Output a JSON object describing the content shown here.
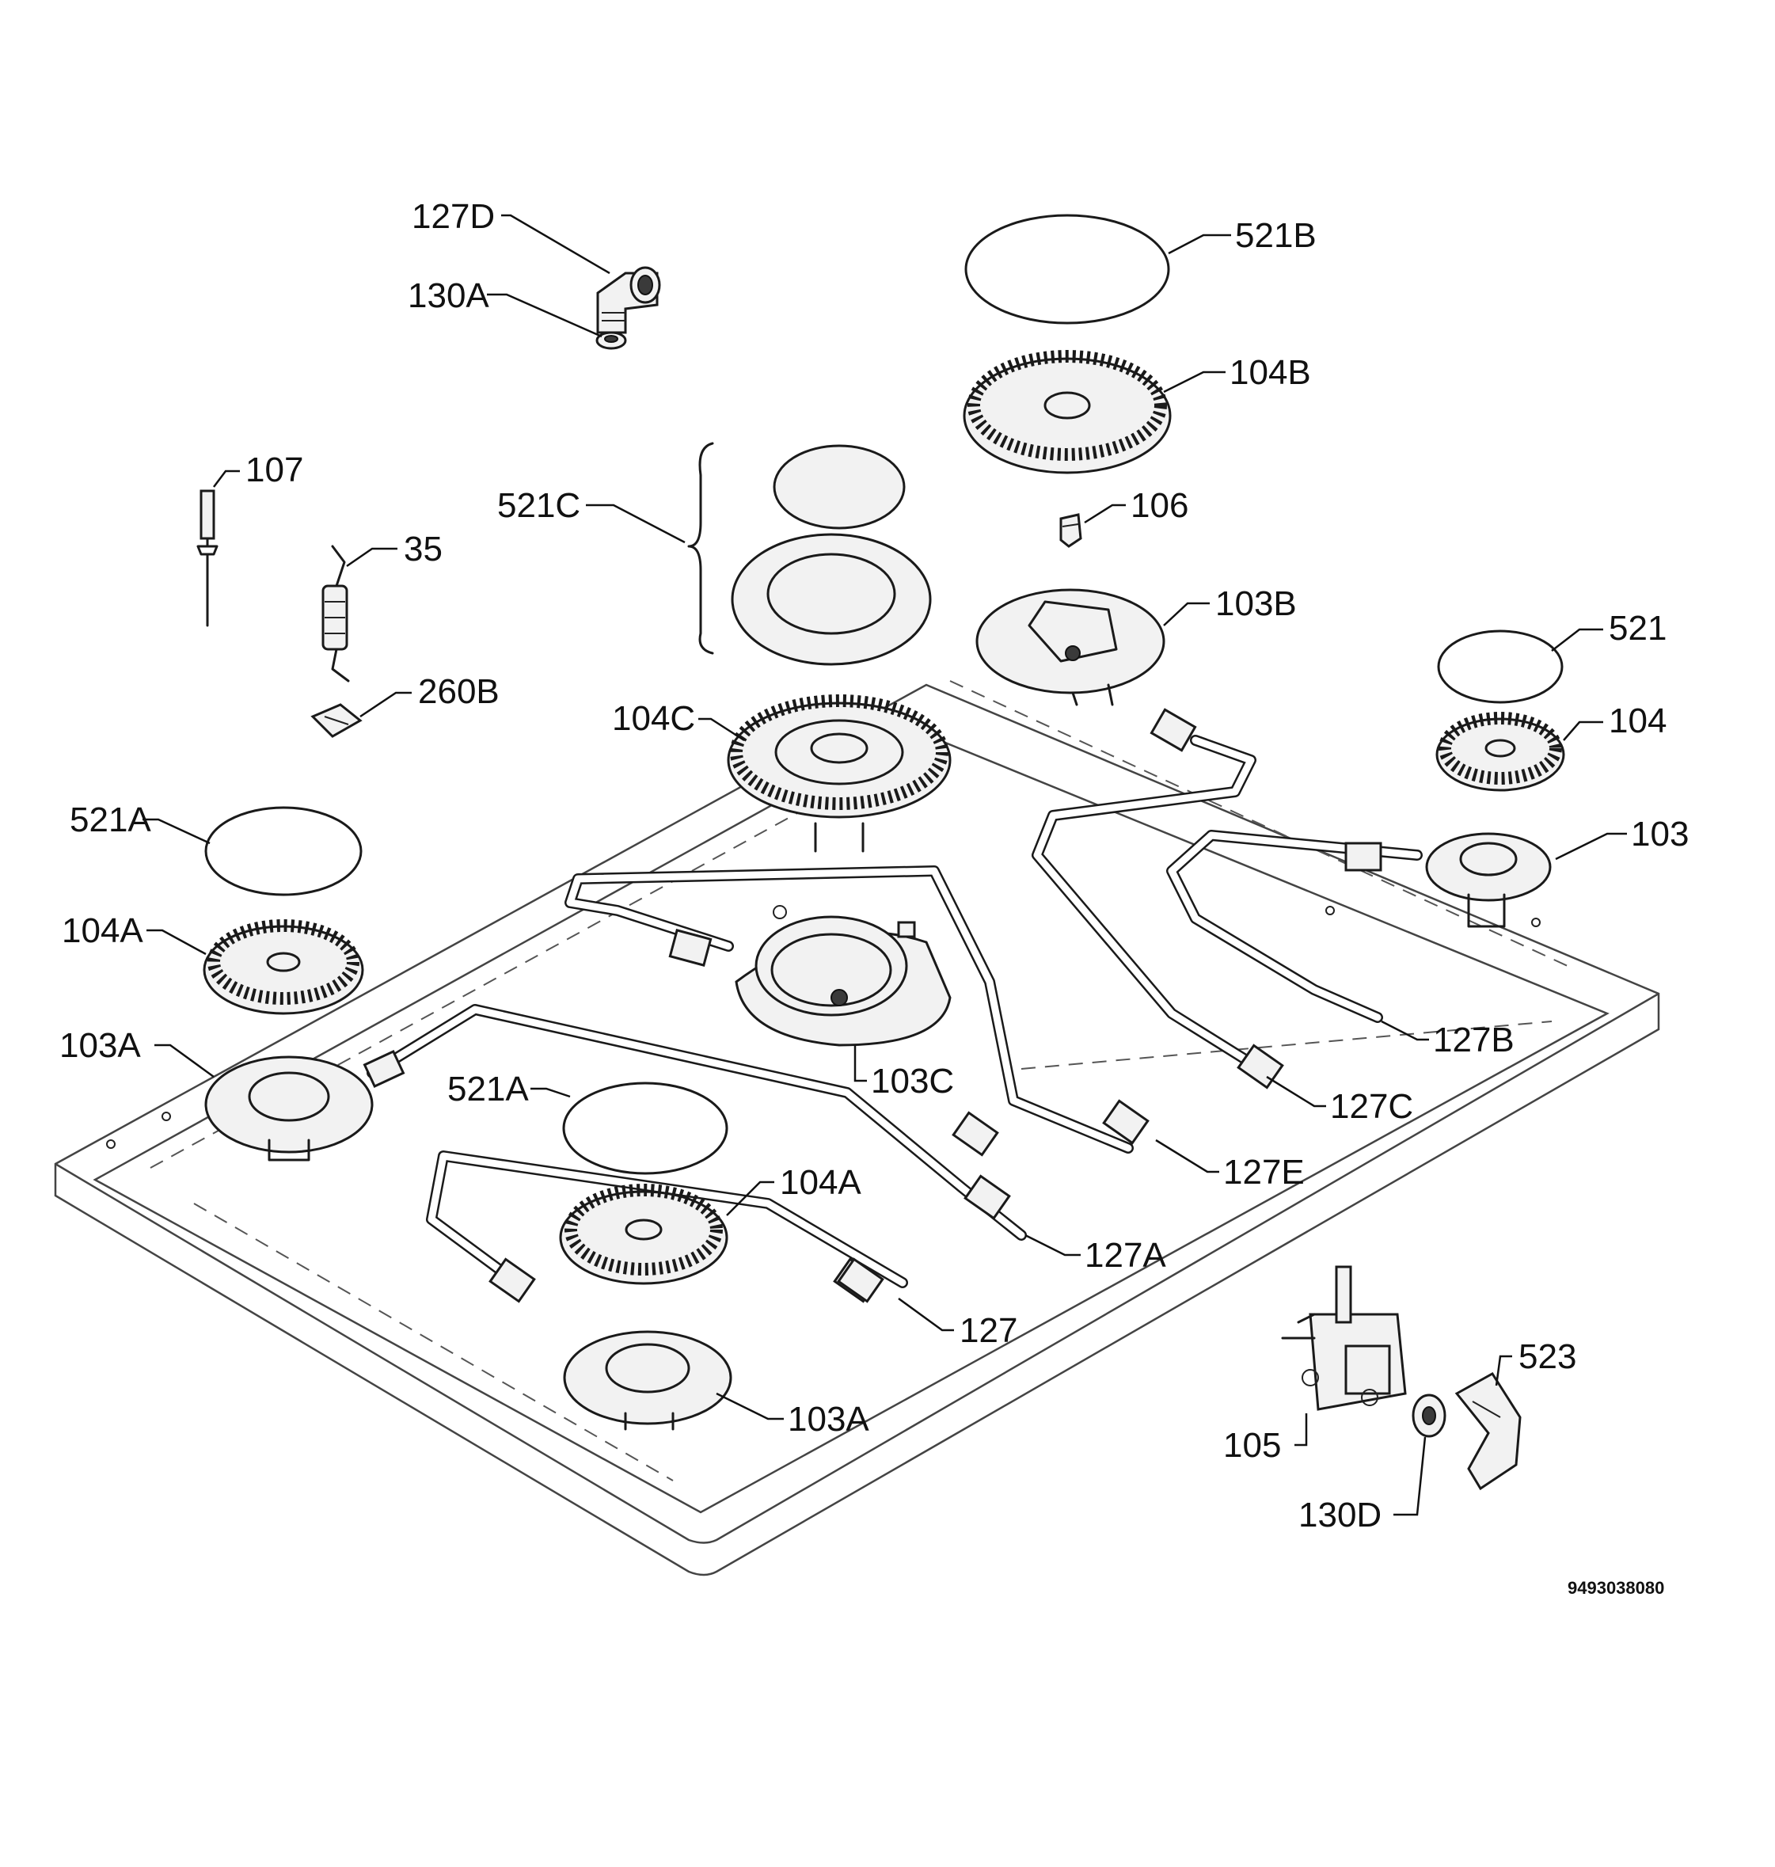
{
  "diagram": {
    "document_number": "9493038080",
    "labels": {
      "l127D": "127D",
      "l130A_top": "130A",
      "l521B": "521B",
      "l104B": "104B",
      "l107": "107",
      "l35": "35",
      "l521C": "521C",
      "l106": "106",
      "l103B": "103B",
      "l260B": "260B",
      "l521": "521",
      "l104C": "104C",
      "l104": "104",
      "l521A_left": "521A",
      "l103": "103",
      "l104A_left": "104A",
      "l127B": "127B",
      "l103A_left": "103A",
      "l103C": "103C",
      "l127C": "127C",
      "l521A_mid": "521A",
      "l127E": "127E",
      "l104A_mid": "104A",
      "l127A": "127A",
      "l127": "127",
      "l523": "523",
      "l103A_bottom": "103A",
      "l105": "105",
      "l130D": "130D"
    }
  }
}
